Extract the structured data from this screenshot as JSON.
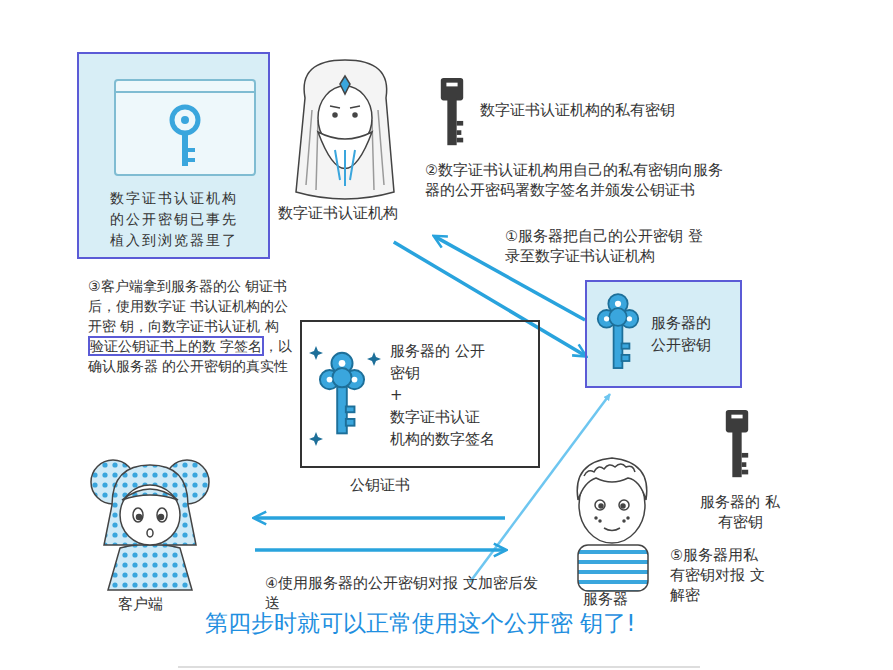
{
  "diagram": {
    "nodes": [
      {
        "text": [
          "数字证书认证机构 的公开密钥已事先 植入到浏览器里了"
        ]
      },
      {
        "text": [
          "数字证书认证机构"
        ]
      },
      {
        "text": [
          "服务器的 公开密钥"
        ]
      },
      {
        "text": [
          "服务器的 公开密钥",
          "+",
          "数字证书认证 机构的数字签名",
          "公钥证书"
        ]
      },
      {
        "text": [
          "客户端"
        ]
      },
      {
        "text": [
          "服务器"
        ]
      }
    ],
    "edges": [
      {
        "from": 2,
        "to": 1,
        "arrow": "to"
      },
      {
        "from": 1,
        "to": 2,
        "arrow": "to"
      },
      {
        "from": 5,
        "to": 4,
        "arrow": "to"
      },
      {
        "from": 4,
        "to": 5,
        "arrow": "to"
      }
    ],
    "labels": [
      "数字证书认证机构的私有密钥",
      "②数字证书认证机构用自己的私有密钥向服务 器的公开密码署数字签名并颁发公钥证书",
      "①服务器把自己的公开密钥 登录至数字证书认证机构",
      "③客户端拿到服务器的公 钥证书后，使用数字证 书认证机构的公开密 钥，向数字证书认证机 构",
      "验证公钥证书上的数 字签名",
      "，以确认服务器 的公开密钥的真实性",
      "服务器的 私有密钥",
      "⑤服务器用私 有密钥对报 文解密",
      "④使用服务器的公开密钥对报 文加密后发送",
      "第四步时就可以正常使用这个公开密 钥了!"
    ]
  }
}
